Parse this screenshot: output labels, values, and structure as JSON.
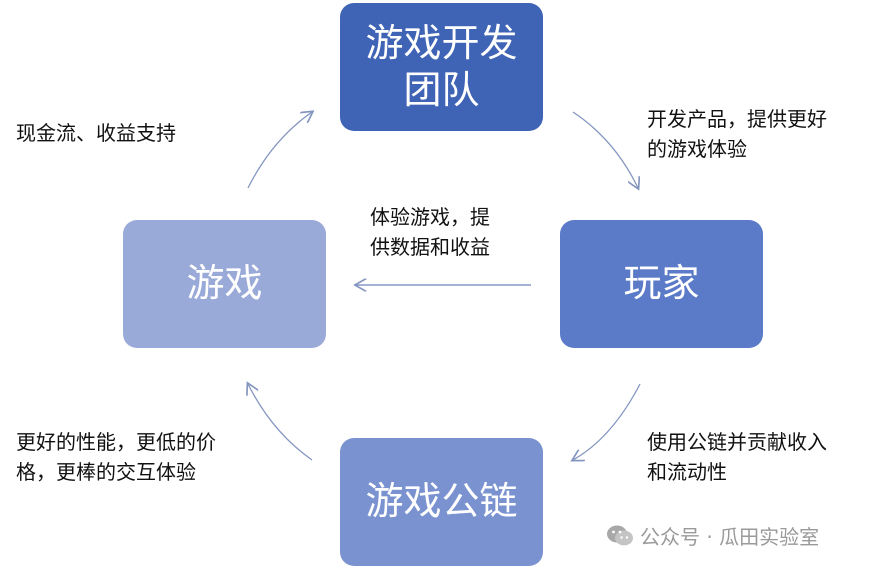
{
  "nodes": {
    "dev_team": {
      "lines": [
        "游戏开发",
        "团队"
      ],
      "color": "#3f63b5"
    },
    "game": {
      "lines": [
        "游戏"
      ],
      "color": "#9aaad8"
    },
    "player": {
      "lines": [
        "玩家"
      ],
      "color": "#5b7bc8"
    },
    "public_chain": {
      "lines": [
        "游戏公链"
      ],
      "color": "#7a93d0"
    }
  },
  "edges": {
    "game_to_dev": "现金流、收益支持",
    "dev_to_player": "开发产品，提供更好\n的游戏体验",
    "player_to_game": "体验游戏，提\n供数据和收益",
    "chain_to_game": "更好的性能，更低的价\n格，更棒的交互体验",
    "player_to_chain": "使用公链并贡献收入\n和流动性"
  },
  "watermark": "公众号 · 瓜田实验室",
  "arrow_color": "#8496c0"
}
